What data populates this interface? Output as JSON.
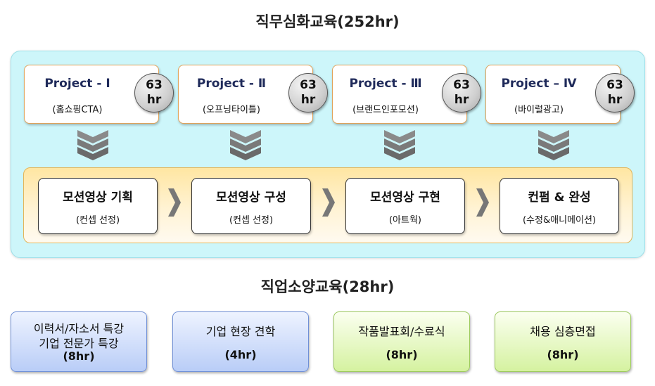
{
  "title_job": "직무심화교육(252hr)",
  "projects": [
    {
      "title": "Project - Ⅰ",
      "subtitle": "(홈쇼핑CTA)",
      "hours_num": "63",
      "hours_unit": "hr"
    },
    {
      "title": "Project - Ⅱ",
      "subtitle": "(오프닝타이틀)",
      "hours_num": "63",
      "hours_unit": "hr"
    },
    {
      "title": "Project - Ⅲ",
      "subtitle": "(브랜드인포모션)",
      "hours_num": "63",
      "hours_unit": "hr"
    },
    {
      "title": "Project – Ⅳ",
      "subtitle": "(바이럴광고)",
      "hours_num": "63",
      "hours_unit": "hr"
    }
  ],
  "steps": [
    {
      "title": "모션영상 기획",
      "subtitle": "(컨셉 선정)"
    },
    {
      "title": "모션영상 구성",
      "subtitle": "(컨셉 선정)"
    },
    {
      "title": "모션영상 구현",
      "subtitle": "(아트웍)"
    },
    {
      "title": "컨펌 & 완성",
      "subtitle": "(수정&애니메이션)"
    }
  ],
  "title_culture": "직업소양교육(28hr)",
  "courses": [
    {
      "line1": "이력서/자소서 특강",
      "line2": "기업 전문가 특강",
      "hours": "(8hr)"
    },
    {
      "line1": "기업 현장 견학",
      "hours": "(4hr)"
    },
    {
      "line1": "작품발표회/수료식",
      "hours": "(8hr)"
    },
    {
      "line1": "채용 심층면접",
      "hours": "(8hr)"
    }
  ],
  "colors": {
    "panel": "#cdf6fa",
    "project_border": "#e0a35a",
    "band": "#ffe6a2",
    "chevron": "#7a7a7a",
    "course_blue": "#b9cdf7",
    "course_green": "#d5f2a0"
  },
  "icons": {
    "flow_down": "triple-chevron-down-icon",
    "flow_right": "chevron-right-icon"
  }
}
